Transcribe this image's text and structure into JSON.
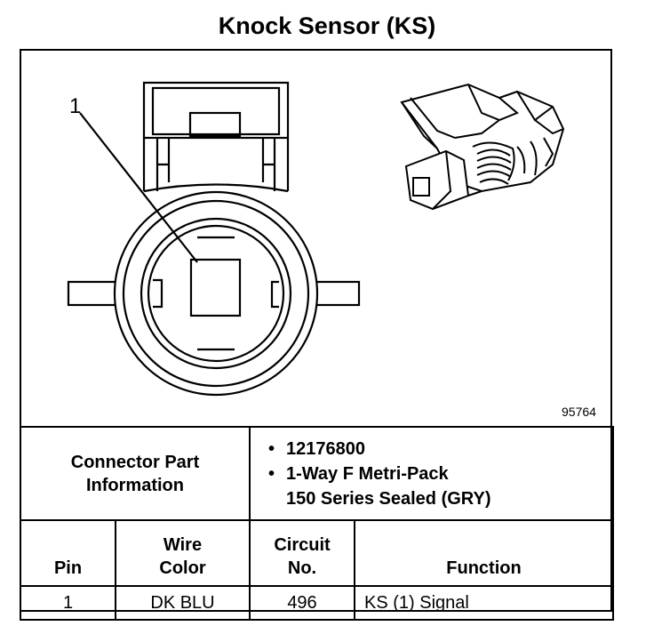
{
  "title": "Knock Sensor (KS)",
  "figure": {
    "callout_label": "1",
    "figure_number": "95764"
  },
  "connector_info": {
    "label_line1": "Connector Part",
    "label_line2": "Information",
    "part_number": "12176800",
    "description_line1": "1-Way F Metri-Pack",
    "description_line2": "150 Series Sealed (GRY)"
  },
  "pin_table": {
    "headers": {
      "pin": "Pin",
      "wire_color_line1": "Wire",
      "wire_color_line2": "Color",
      "circuit_line1": "Circuit",
      "circuit_line2": "No.",
      "function": "Function"
    },
    "rows": [
      {
        "pin": "1",
        "wire_color": "DK BLU",
        "circuit": "496",
        "function": "KS (1) Signal"
      }
    ]
  }
}
